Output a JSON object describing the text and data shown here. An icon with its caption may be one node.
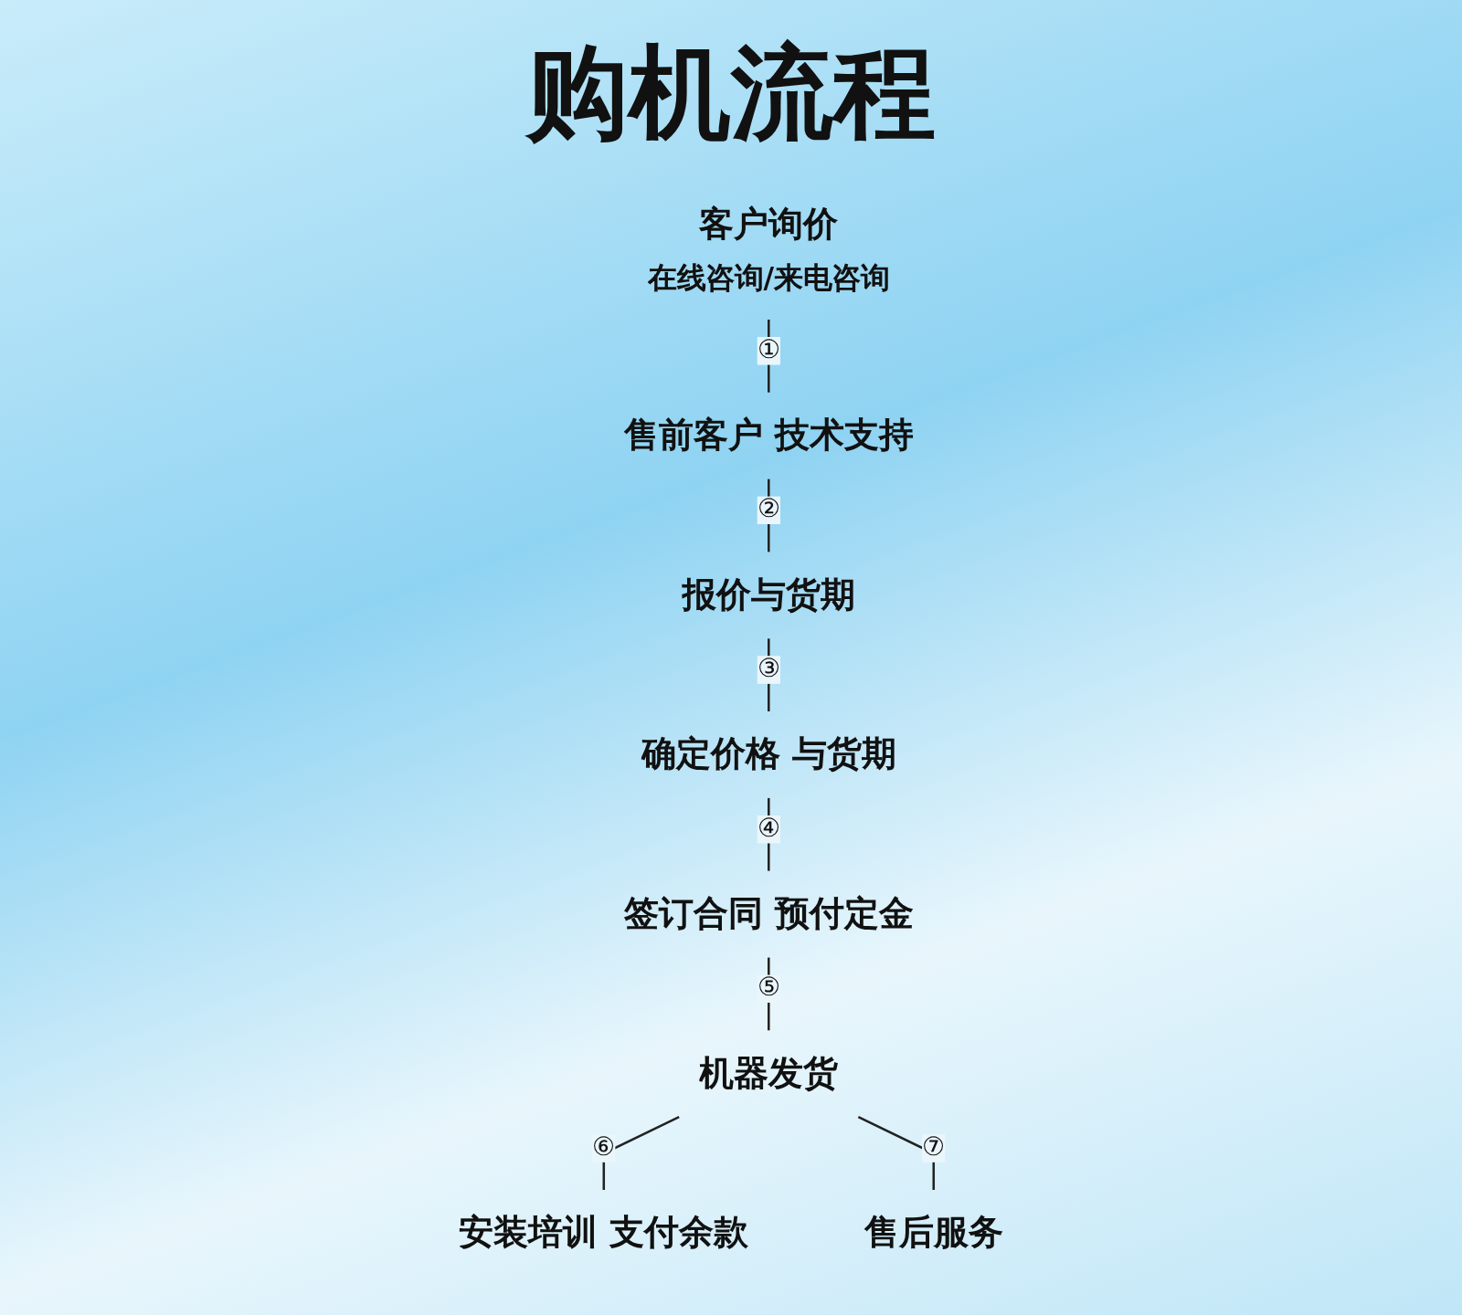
{
  "diagram": {
    "title": "购机流程",
    "nodes": [
      {
        "text": [
          "客户询价"
        ],
        "beside": [
          "在线咨询/来电咨询"
        ]
      },
      {
        "text": [
          "售前客户 技术支持"
        ]
      },
      {
        "text": [
          "报价与货期"
        ]
      },
      {
        "text": [
          "确定价格 与货期"
        ]
      },
      {
        "text": [
          "签订合同 预付定金"
        ]
      },
      {
        "text": [
          "机器发货"
        ]
      },
      {
        "text": [
          "安装培训 支付余款"
        ]
      },
      {
        "text": [
          "售后服务"
        ]
      }
    ],
    "edges": [
      {
        "from": 0,
        "to": 1,
        "arrow": "none",
        "label": "①"
      },
      {
        "from": 1,
        "to": 2,
        "arrow": "none",
        "label": "②"
      },
      {
        "from": 2,
        "to": 3,
        "arrow": "none",
        "label": "③"
      },
      {
        "from": 3,
        "to": 4,
        "arrow": "none",
        "label": "④"
      },
      {
        "from": 4,
        "to": 5,
        "arrow": "none",
        "label": "⑤"
      },
      {
        "from": 5,
        "to": 6,
        "arrow": "none",
        "label": "⑥"
      },
      {
        "from": 5,
        "to": 7,
        "arrow": "none",
        "label": "⑦"
      }
    ]
  }
}
